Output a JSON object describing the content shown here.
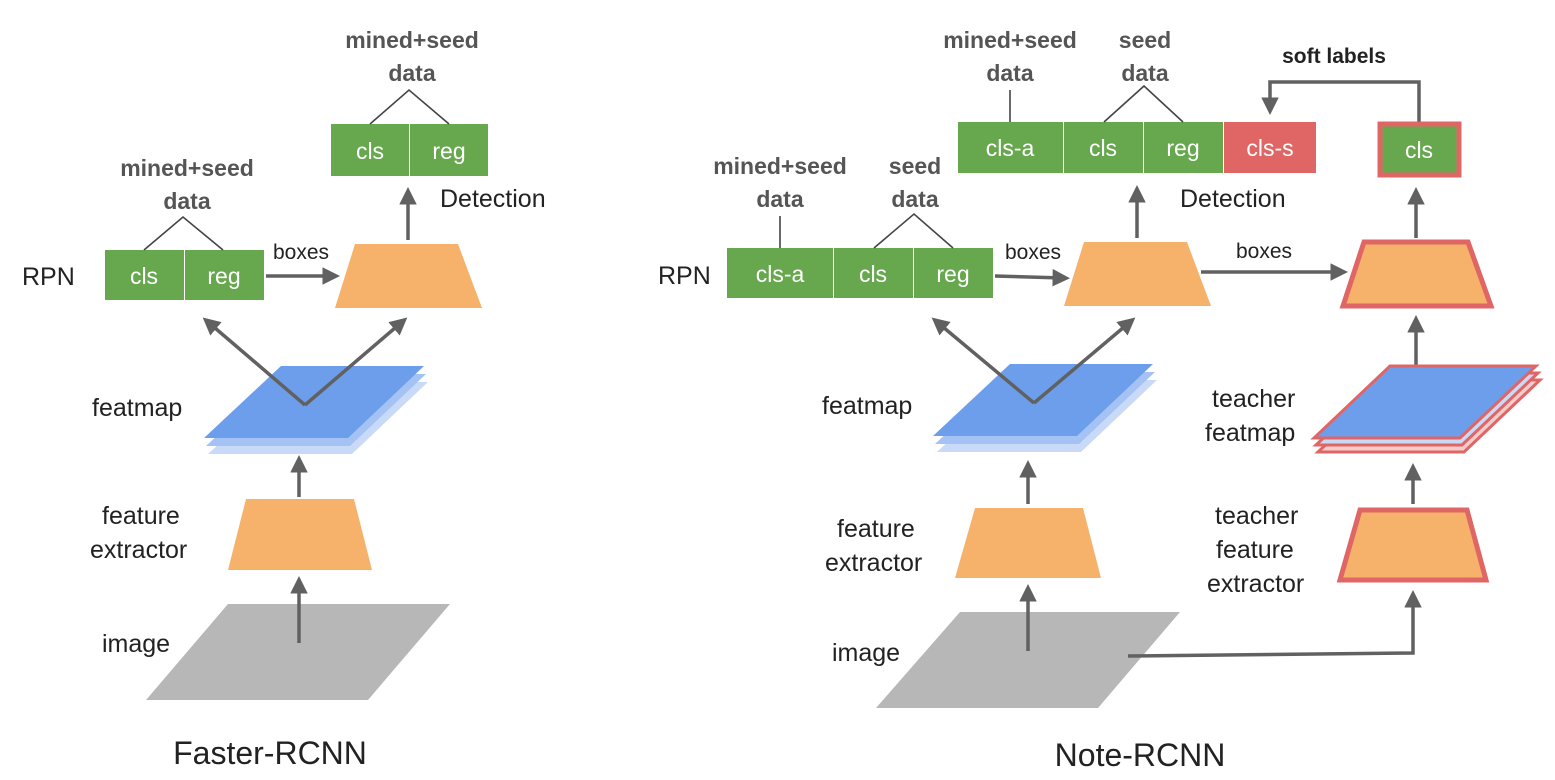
{
  "colors": {
    "green": "#67a84f",
    "orange": "#f6b26b",
    "blue": "#6d9eeb",
    "blue_light": "#c9daf8",
    "gray": "#b7b7b7",
    "red": "#e06666",
    "arrow": "#616161"
  },
  "faster": {
    "caption": "Faster-RCNN",
    "rpn_label": "RPN",
    "rpn_cls": "cls",
    "rpn_reg": "reg",
    "rpn_data_1": "mined+seed",
    "rpn_data_2": "data",
    "boxes": "boxes",
    "det_cls": "cls",
    "det_reg": "reg",
    "det_data_1": "mined+seed",
    "det_data_2": "data",
    "detection": "Detection",
    "featmap": "featmap",
    "feature_1": "feature",
    "feature_2": "extractor",
    "image": "image"
  },
  "note": {
    "caption": "Note-RCNN",
    "rpn_label": "RPN",
    "rpn_clsa": "cls-a",
    "rpn_cls": "cls",
    "rpn_reg": "reg",
    "rpn_data_a1": "mined+seed",
    "rpn_data_a2": "data",
    "rpn_data_b1": "seed",
    "rpn_data_b2": "data",
    "boxes_1": "boxes",
    "boxes_2": "boxes",
    "det_clsa": "cls-a",
    "det_cls": "cls",
    "det_reg": "reg",
    "det_clss": "cls-s",
    "det_data_a1": "mined+seed",
    "det_data_a2": "data",
    "det_data_b1": "seed",
    "det_data_b2": "data",
    "soft_labels": "soft labels",
    "detection": "Detection",
    "teacher_cls": "cls",
    "featmap": "featmap",
    "teacher_featmap_1": "teacher",
    "teacher_featmap_2": "featmap",
    "feature_1": "feature",
    "feature_2": "extractor",
    "teacher_feature_1": "teacher",
    "teacher_feature_2": "feature",
    "teacher_feature_3": "extractor",
    "image": "image"
  }
}
